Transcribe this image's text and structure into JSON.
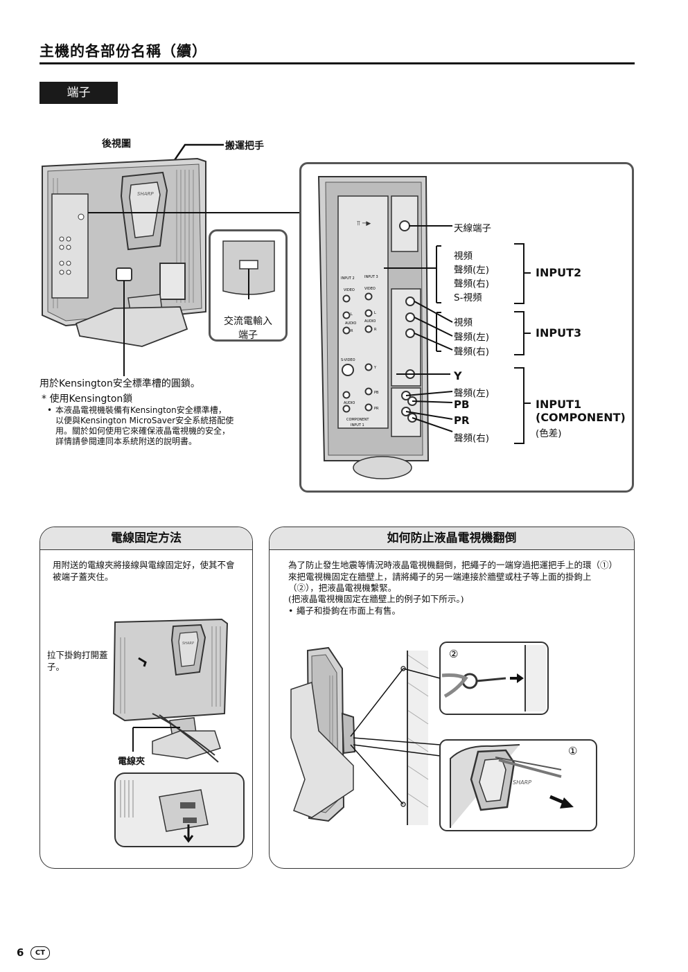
{
  "header": {
    "title": "主機的各部份名稱（續）",
    "section_tag": "端子"
  },
  "rear": {
    "view_label": "後視圖",
    "handle_label": "搬運把手",
    "ac_label_line1": "交流電輸入",
    "ac_label_line2": "端子",
    "brand": "SHARP"
  },
  "kensington": {
    "label": "用於Kensington安全標準槽的圓鎖。",
    "sub": "* 使用Kensington鎖",
    "bullet": "本液晶電視機裝備有Kensington安全標準槽，以便與Kensington MicroSaver安全系統搭配使用。關於如何使用它來確保液晶電視機的安全，詳情請參閱連同本系統附送的說明書。"
  },
  "terminals": {
    "antenna": "天線端子",
    "input2_items": [
      "視頻",
      "聲頻(左)",
      "聲頻(右)",
      "S-視頻"
    ],
    "input3_items": [
      "視頻",
      "聲頻(左)",
      "聲頻(右)"
    ],
    "input1_items": [
      "Y",
      "聲頻(左)",
      "PB",
      "PR",
      "聲頻(右)"
    ],
    "input2": "INPUT2",
    "input3": "INPUT3",
    "input1": "INPUT1",
    "input1_sub": "(COMPONENT)",
    "input1_note": "(色差)",
    "panel_labels": {
      "input2": "INPUT 2",
      "input3": "INPUT 3",
      "video": "VIDEO",
      "audio": "AUDIO",
      "svideo": "S-VIDEO",
      "component": "COMPONENT",
      "input1": "INPUT 1",
      "l": "L",
      "r": "R",
      "y": "Y",
      "pb": "PB",
      "pr": "PR"
    }
  },
  "cable": {
    "title": "電線固定方法",
    "text": "用附送的電線夾將接線與電線固定好，使其不會被端子蓋夾住。",
    "pull_label": "拉下掛鉤打開蓋子。",
    "clamp_label": "電線夾",
    "brand": "SHARP"
  },
  "prevent": {
    "title": "如何防止液晶電視機翻倒",
    "text": "為了防止發生地震等情況時液晶電視機翻倒，把繩子的一端穿過把運把手上的環（①）來把電視機固定在牆壁上，請將繩子的另一端連接於牆壁或柱子等上面的掛鉤上（②），把液晶電視機繫緊。",
    "example": "(把液晶電視機固定在牆壁上的例子如下所示。)",
    "bullet": "繩子和掛鉤在市面上有售。",
    "mark1": "①",
    "mark2": "②",
    "brand": "SHARP"
  },
  "footer": {
    "page": "6",
    "region": "CT"
  }
}
